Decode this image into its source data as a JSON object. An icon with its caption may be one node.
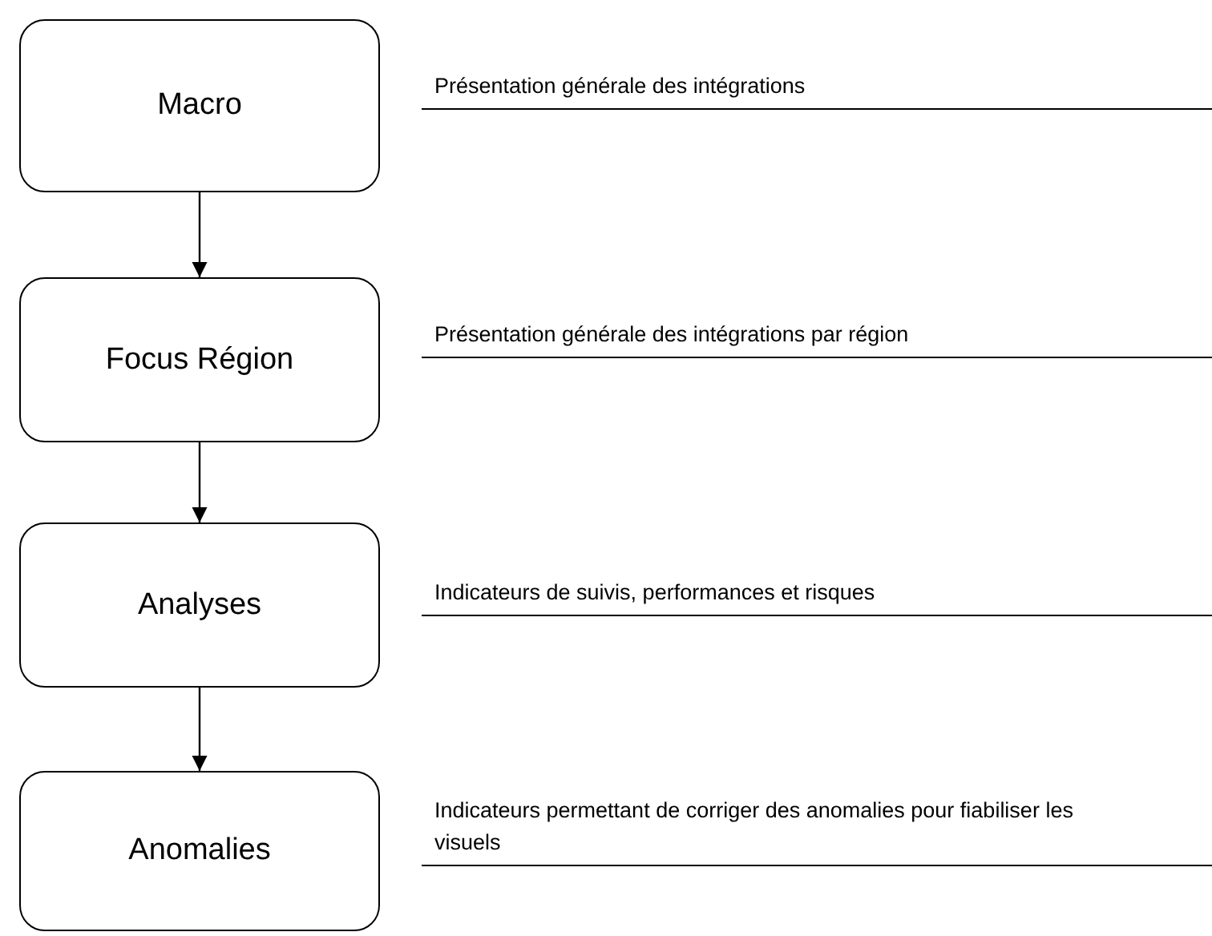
{
  "diagram": {
    "nodes": [
      {
        "text": [
          "Macro"
        ],
        "beside": [
          "Présentation générale des intégrations"
        ]
      },
      {
        "text": [
          "Focus Région"
        ],
        "beside": [
          "Présentation générale des intégrations par région"
        ]
      },
      {
        "text": [
          "Analyses"
        ],
        "beside": [
          "Indicateurs de suivis, performances et risques"
        ]
      },
      {
        "text": [
          "Anomalies"
        ],
        "beside": [
          "Indicateurs permettant de corriger des anomalies pour fiabiliser les visuels"
        ]
      }
    ],
    "edges": [
      {
        "from": 0,
        "to": 1,
        "arrow": "to"
      },
      {
        "from": 1,
        "to": 2,
        "arrow": "to"
      },
      {
        "from": 2,
        "to": 3,
        "arrow": "to"
      }
    ]
  }
}
